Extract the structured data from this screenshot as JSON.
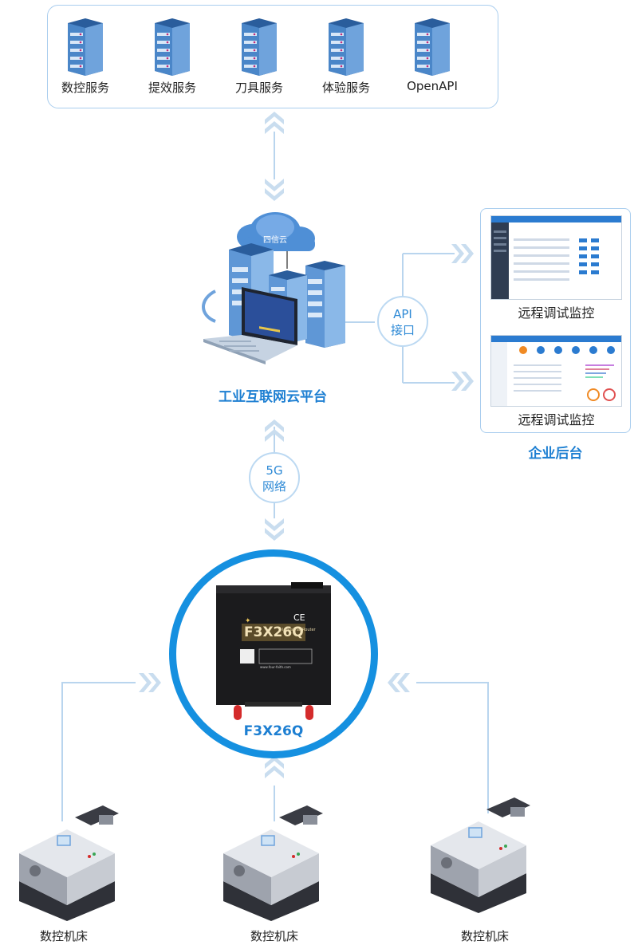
{
  "services": [
    {
      "label": "数控服务"
    },
    {
      "label": "提效服务"
    },
    {
      "label": "刀具服务"
    },
    {
      "label": "体验服务"
    },
    {
      "label": "OpenAPI"
    }
  ],
  "cloud_platform": {
    "label": "工业互联网云平台",
    "cloud_badge": "四信云"
  },
  "api": {
    "line1": "API",
    "line2": "接口"
  },
  "network": {
    "line1": "5G",
    "line2": "网络"
  },
  "enterprise": {
    "title": "企业后台",
    "monitors": [
      {
        "label": "远程调试监控"
      },
      {
        "label": "远程调试监控"
      }
    ]
  },
  "router": {
    "label": "F3X26Q",
    "model": "F3X26Q",
    "subtitle": "Industrial Router",
    "ce": "CE",
    "website": "www.four-faith.com"
  },
  "machines": [
    {
      "label": "数控机床"
    },
    {
      "label": "数控机床"
    },
    {
      "label": "数控机床"
    }
  ],
  "colors": {
    "accent": "#1590e0",
    "light_line": "#a9cdee",
    "text": "#222222"
  }
}
